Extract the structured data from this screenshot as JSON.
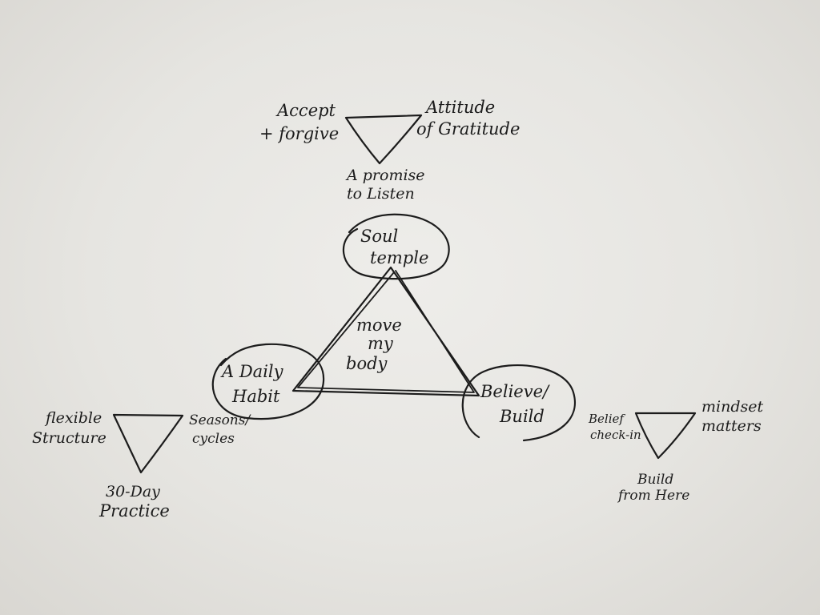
{
  "top_triangle": {
    "left": [
      "Accept",
      "+ forgive"
    ],
    "right": [
      "Attitude",
      "of Gratitude"
    ],
    "bottom": [
      "A promise",
      "to Listen"
    ]
  },
  "center": {
    "top_node": [
      "Soul",
      "temple"
    ],
    "left_node": [
      "A Daily",
      "Habit"
    ],
    "right_node": [
      "Believe/",
      "Build"
    ],
    "middle": [
      "move",
      "my",
      "body"
    ]
  },
  "left_triangle": {
    "left": [
      "flexible",
      "Structure"
    ],
    "right": [
      "Seasons/",
      "cycles"
    ],
    "bottom": [
      "30-Day",
      "Practice"
    ]
  },
  "right_triangle": {
    "left": [
      "Belief",
      "check-in"
    ],
    "right": [
      "mindset",
      "matters"
    ],
    "bottom": [
      "Build",
      "from Here"
    ]
  }
}
